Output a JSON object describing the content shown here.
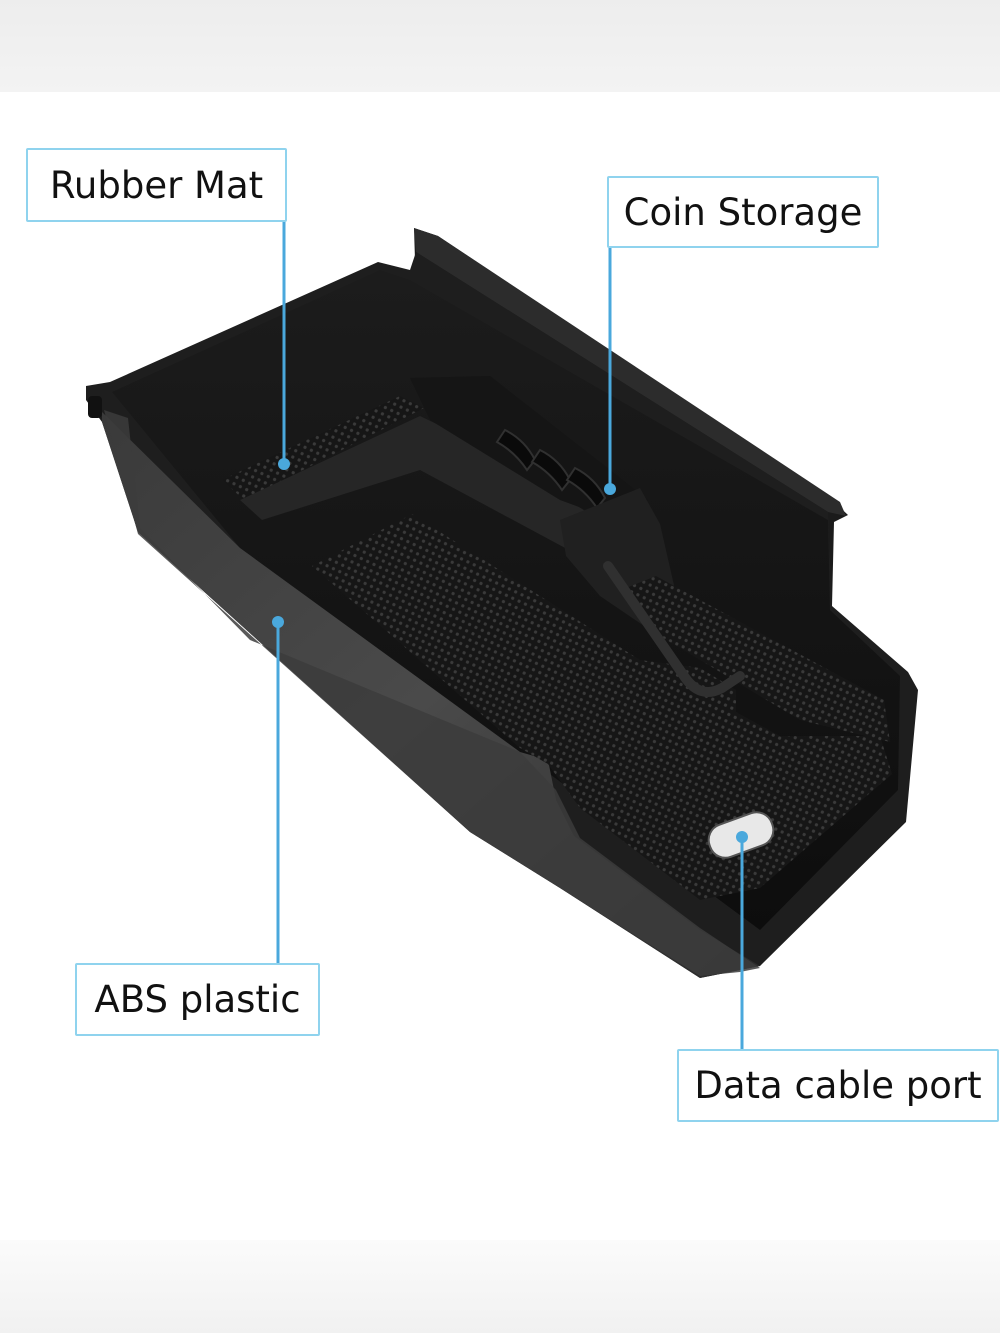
{
  "callouts": {
    "rubber_mat": "Rubber Mat",
    "coin_storage": "Coin Storage",
    "abs_plastic": "ABS plastic",
    "data_cable_port": "Data cable port"
  },
  "colors": {
    "callout_border": "#8fd3ee",
    "leader_line": "#4aa8dc",
    "product": "#1a1a1a"
  }
}
